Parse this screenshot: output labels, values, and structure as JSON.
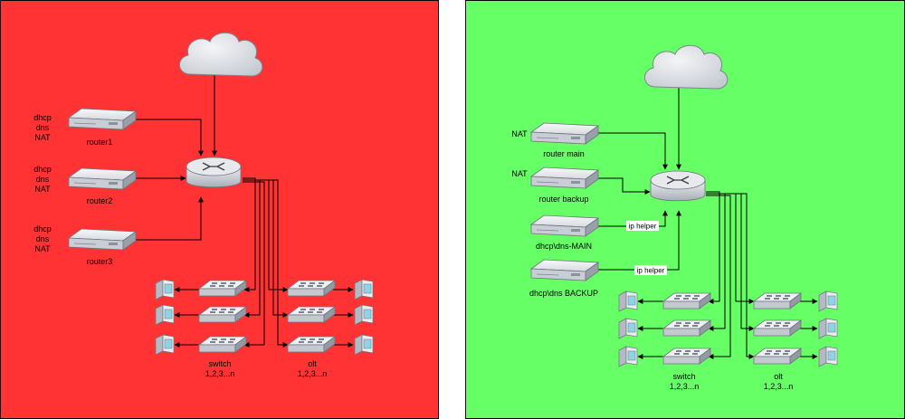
{
  "colors": {
    "left_panel": "#ff3333",
    "right_panel": "#66ff66",
    "device_light": "#f0f2f5",
    "device_mid": "#c9ced6",
    "device_dark": "#8c929c",
    "cloud": "#d8dbe0"
  },
  "icons": {
    "cloud": "cloud-icon",
    "router": "router-icon",
    "server": "server-icon",
    "switch": "switch-icon",
    "client": "client-device-icon"
  },
  "left": {
    "servers": [
      {
        "name": "router1",
        "roles": [
          "dhcp",
          "dns",
          "NAT"
        ]
      },
      {
        "name": "router2",
        "roles": [
          "dhcp",
          "dns",
          "NAT"
        ]
      },
      {
        "name": "router3",
        "roles": [
          "dhcp",
          "dns",
          "NAT"
        ]
      }
    ],
    "switch_group": {
      "title": "switch",
      "range": "1,2,3...n"
    },
    "olt_group": {
      "title": "olt",
      "range": "1,2,3...n"
    }
  },
  "right": {
    "servers": [
      {
        "name": "router main",
        "roles": [
          "NAT"
        ]
      },
      {
        "name": "router backup",
        "roles": [
          "NAT"
        ]
      },
      {
        "name": "dhcp\\dns-MAIN",
        "roles": []
      },
      {
        "name": "dhcp\\dns BACKUP",
        "roles": []
      }
    ],
    "link_labels": {
      "ip_helper_main": "ip helper",
      "ip_helper_backup": "ip helper"
    },
    "switch_group": {
      "title": "switch",
      "range": "1,2,3...n"
    },
    "olt_group": {
      "title": "olt",
      "range": "1,2,3...n"
    }
  }
}
